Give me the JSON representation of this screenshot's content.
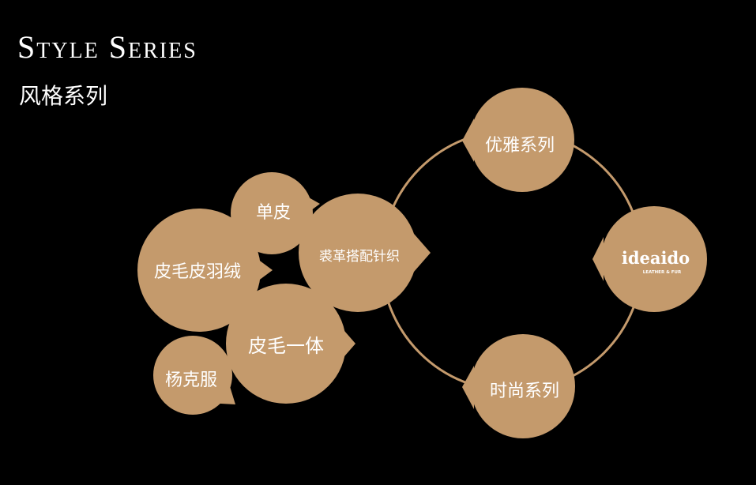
{
  "header": {
    "title_en": "Style Series",
    "title_cn": "风格系列"
  },
  "colors": {
    "background": "#000000",
    "bubble": "#c49a6c",
    "ring": "#c49a6c",
    "text": "#ffffff"
  },
  "hub": {
    "logo_text": "ideaido",
    "logo_tagline": "LEATHER & FUR"
  },
  "series": [
    {
      "id": "elegant",
      "label": "优雅系列"
    },
    {
      "id": "fashion",
      "label": "时尚系列"
    },
    {
      "id": "leather-knit",
      "label": "裘革搭配针织"
    }
  ],
  "sub_items": [
    {
      "id": "single-leather",
      "label": "单皮"
    },
    {
      "id": "fur-down",
      "label": "皮毛皮羽绒"
    },
    {
      "id": "fur-integrated",
      "label": "皮毛一体"
    },
    {
      "id": "yangke",
      "label": "杨克服"
    }
  ]
}
